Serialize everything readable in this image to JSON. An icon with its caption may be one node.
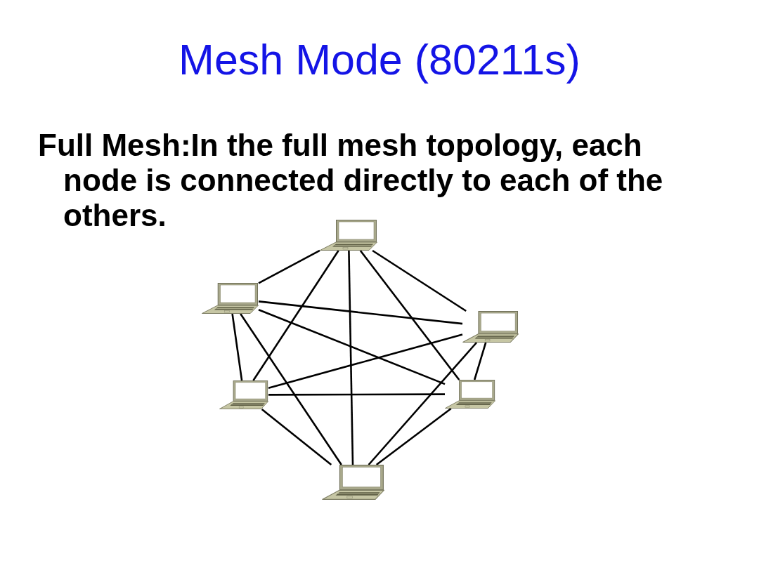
{
  "diagram": {
    "title": "Mesh Mode (80211s)",
    "nodes": [
      {
        "text": [],
        "shape": "picture"
      },
      {
        "text": [],
        "shape": "picture"
      },
      {
        "text": [],
        "shape": "picture"
      },
      {
        "text": [],
        "shape": "picture"
      },
      {
        "text": [],
        "shape": "picture"
      },
      {
        "text": [],
        "shape": "picture"
      }
    ],
    "edges": [
      {
        "from": 0,
        "to": 1,
        "arrow": "none"
      },
      {
        "from": 0,
        "to": 2,
        "arrow": "none"
      },
      {
        "from": 0,
        "to": 3,
        "arrow": "none"
      },
      {
        "from": 0,
        "to": 4,
        "arrow": "none"
      },
      {
        "from": 0,
        "to": 5,
        "arrow": "none"
      },
      {
        "from": 1,
        "to": 2,
        "arrow": "none"
      },
      {
        "from": 1,
        "to": 3,
        "arrow": "none"
      },
      {
        "from": 1,
        "to": 4,
        "arrow": "none"
      },
      {
        "from": 1,
        "to": 5,
        "arrow": "none"
      },
      {
        "from": 2,
        "to": 3,
        "arrow": "none"
      },
      {
        "from": 2,
        "to": 4,
        "arrow": "none"
      },
      {
        "from": 2,
        "to": 5,
        "arrow": "none"
      },
      {
        "from": 3,
        "to": 4,
        "arrow": "none"
      },
      {
        "from": 3,
        "to": 5,
        "arrow": "none"
      },
      {
        "from": 4,
        "to": 5,
        "arrow": "none"
      }
    ],
    "labels": [
      "Full Mesh:In the full mesh topology, each node is connected directly to each of the others."
    ]
  }
}
